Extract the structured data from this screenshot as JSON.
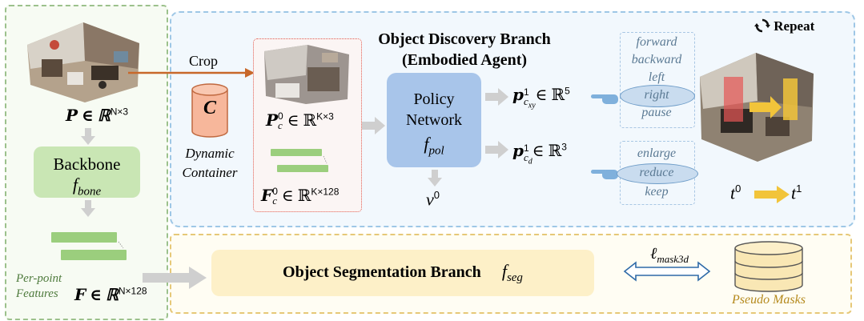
{
  "left_panel": {
    "point_cloud_math": "𝑷 ∈ ℝ",
    "point_cloud_sup": "N×3",
    "backbone_title": "Backbone",
    "backbone_math": "f",
    "backbone_sub": "bone",
    "features_caption_1": "Per-point",
    "features_caption_2": "Features",
    "features_math": "𝑭 ∈ ℝ",
    "features_sup": "N×128"
  },
  "discovery": {
    "title_1": "Object Discovery Branch",
    "title_2": "(Embodied Agent)",
    "repeat_label": "Repeat",
    "crop_label": "Crop",
    "container_letter": "C",
    "container_caption_1": "Dynamic",
    "container_caption_2": "Container",
    "pc_math": "𝑷",
    "pc_sup": "0",
    "pc_sub": "c",
    "pc_space": "∈ ℝ",
    "pc_space_sup": "K×3",
    "fc_math": "𝑭",
    "fc_sup": "0",
    "fc_sub": "c",
    "fc_space": "∈ ℝ",
    "fc_space_sup": "K×128",
    "policy_1": "Policy",
    "policy_2": "Network",
    "policy_math": "f",
    "policy_sub": "pol",
    "value_math": "v",
    "value_sup": "0",
    "pxy_math": "𝒑",
    "pxy_sup": "1",
    "pxy_sub": "c",
    "pxy_subsub": "xy",
    "pxy_space": "∈ ℝ",
    "pxy_space_sup": "5",
    "pd_math": "𝒑",
    "pd_sup": "1",
    "pd_sub": "c",
    "pd_subsub": "d",
    "pd_space": "∈ ℝ",
    "pd_space_sup": "3",
    "move_actions": [
      "forward",
      "backward",
      "left",
      "right",
      "pause"
    ],
    "size_actions": [
      "enlarge",
      "reduce",
      "keep"
    ],
    "t0_math": "t",
    "t0_sup": "0",
    "t1_math": "t",
    "t1_sup": "1"
  },
  "segmentation": {
    "title": "Object Segmentation Branch",
    "math": "f",
    "sub": "seg",
    "loss_math": "ℓ",
    "loss_sub": "mask3d",
    "masks_caption": "Pseudo Masks"
  },
  "colors": {
    "green_panel": "#9cc18c",
    "blue_panel": "#9ec7e6",
    "yellow_panel": "#e6c878",
    "backbone_fill": "#c9e6b4",
    "policy_fill": "#a8c5ea",
    "seg_fill": "#fdf0c8",
    "crop_arrow": "#c8682a",
    "container_fill": "#f7b79b",
    "highlight_fill": "#c9dcef",
    "db_fill": "#f9e7b4"
  }
}
